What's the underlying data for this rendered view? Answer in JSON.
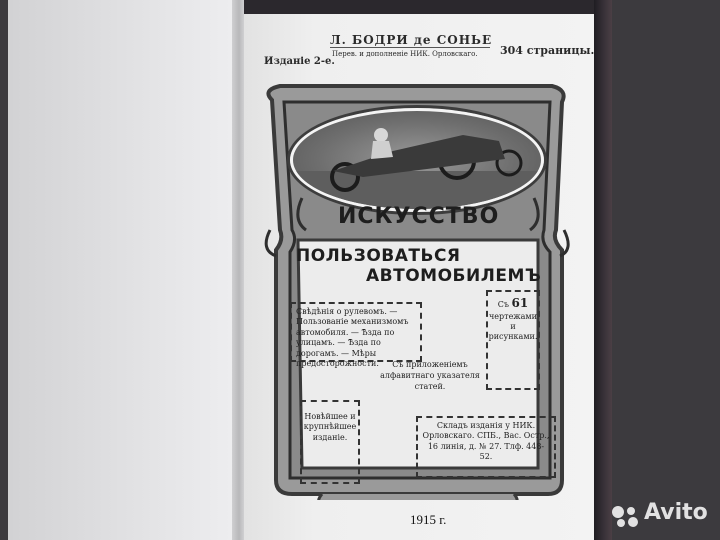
{
  "book": {
    "author": "Л. БОДРИ де СОНЬЕ",
    "edition": "Изданіе 2-е.",
    "translator": "Перев. и дополненіе НИК. Орловскаго.",
    "pages": "304 страницы.",
    "title_line1": "ИСКУССТВО",
    "title_line2": "ПОЛЬЗОВАТЬСЯ",
    "title_line3": "АВТОМОБИЛЕМЪ",
    "info_box": "Свѣдѣнія о рулевомъ. — Пользованіе механизмомъ автомобиля. — Ѣзда по улицамъ. — Ѣзда по дорогамъ. — Мѣры предосторожности.",
    "illus_prefix": "Съ",
    "illus_count": "61",
    "illus_text": "чертежами и рисунками.",
    "appendix": "Съ приложеніемъ алфавитнаго указателя статей.",
    "best_edition": "Новѣйшее и крупнѣйшее изданіе.",
    "store": "Складъ изданія у НИК. Орловскаго. СПБ., Вас. Остр., 16 линія, д. № 27. Тлф. 448-52.",
    "year": "1915 г."
  },
  "watermark": {
    "brand": "Avito"
  }
}
